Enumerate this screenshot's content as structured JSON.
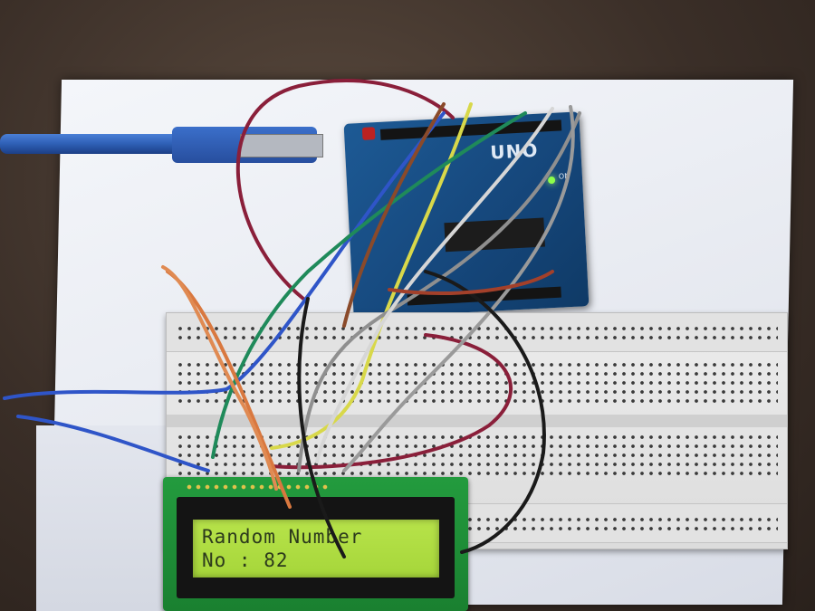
{
  "board": {
    "logo": "UNO",
    "on_label": "ON"
  },
  "lcd": {
    "line1": "Random Number",
    "line2": "No : 82"
  },
  "colors": {
    "lcd_background": "#a6d63a",
    "board_blue": "#15467a",
    "breadboard": "#e4e4e4",
    "usb_cable": "#2e5fb5",
    "power_led": "#8cff4a"
  },
  "wires": {
    "colors": [
      "maroon",
      "brown",
      "blue",
      "yellow",
      "green",
      "grey",
      "white",
      "black",
      "orange"
    ]
  }
}
